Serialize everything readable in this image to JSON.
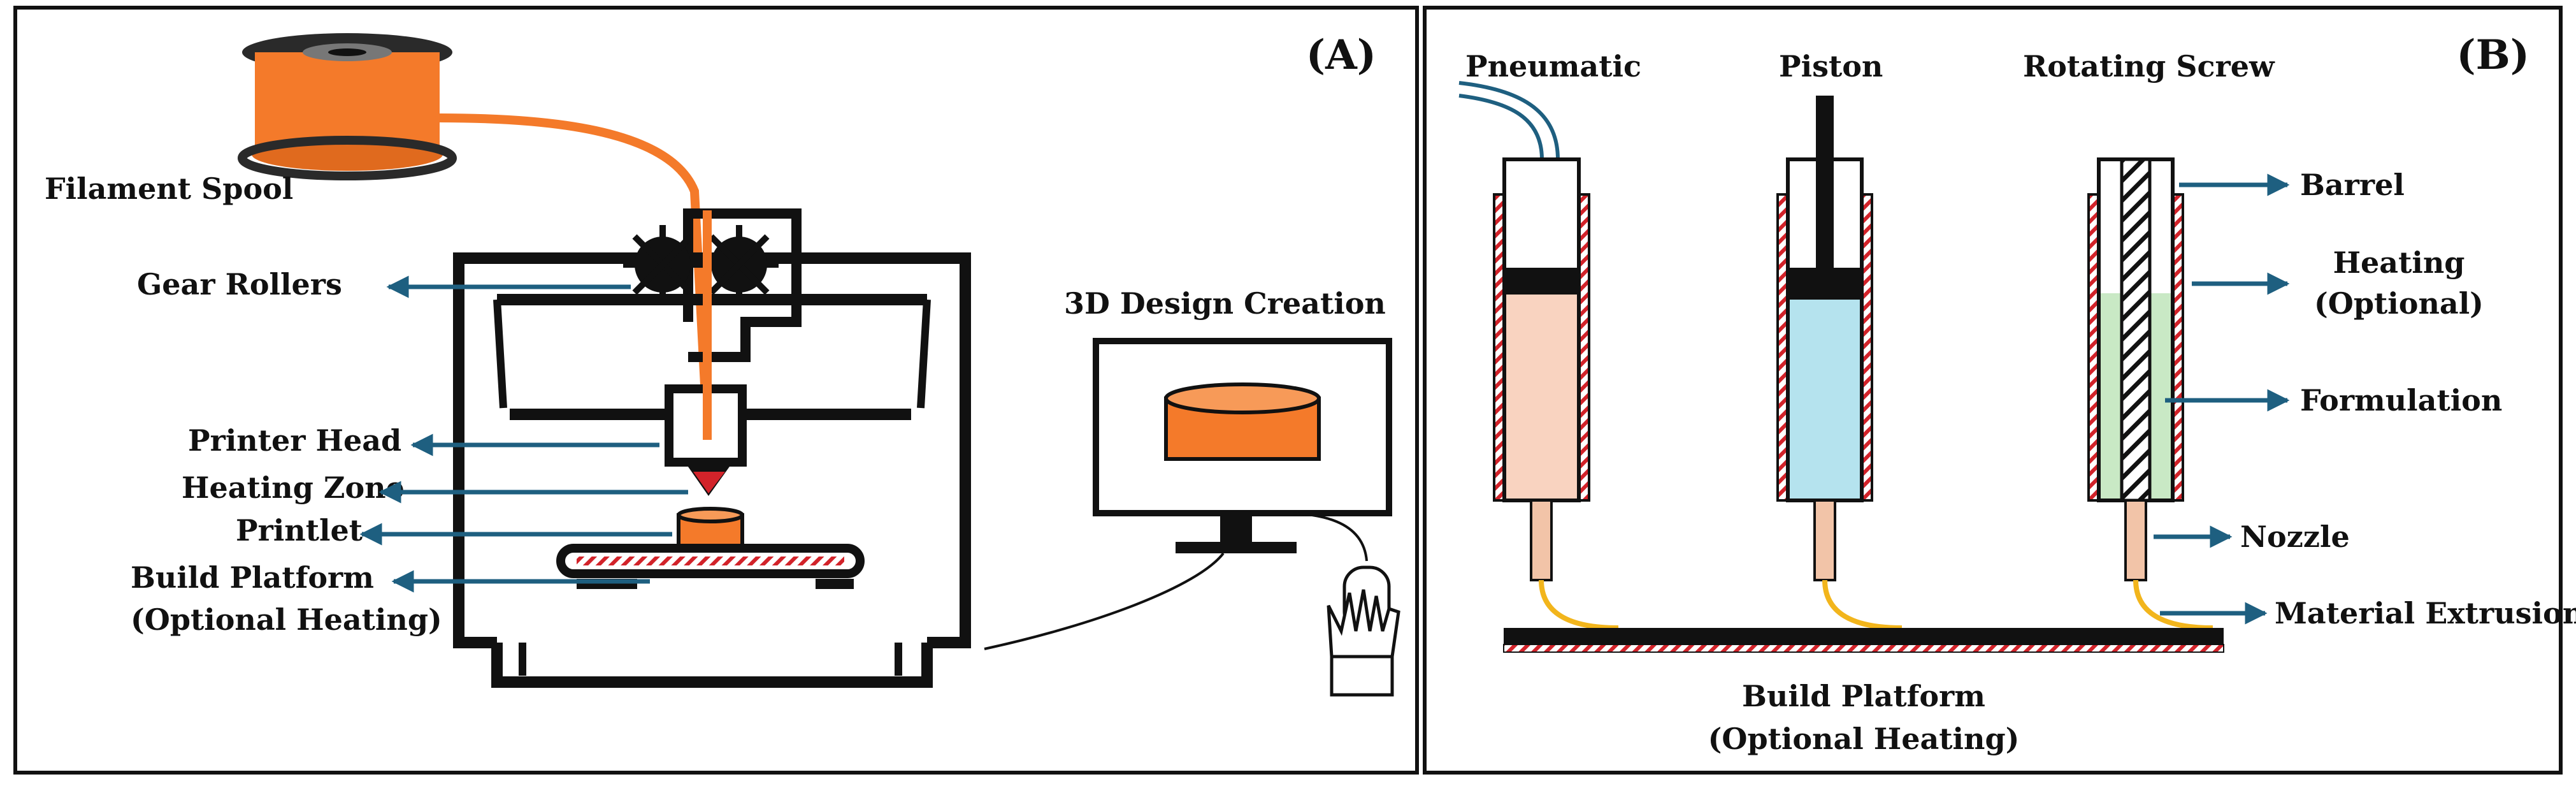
{
  "panel_a": {
    "letter": "(A)",
    "labels": {
      "filament_spool": "Filament Spool",
      "gear_rollers": "Gear Rollers",
      "printer_head": "Printer Head",
      "heating_zone": "Heating Zone",
      "printlet": "Printlet",
      "build_platform": "Build Platform",
      "build_platform_note": "(Optional Heating)",
      "design_creation": "3D Design Creation"
    }
  },
  "panel_b": {
    "letter": "(B)",
    "columns": {
      "pneumatic": "Pneumatic",
      "piston": "Piston",
      "rotating_screw": "Rotating Screw"
    },
    "labels": {
      "barrel": "Barrel",
      "heating": "Heating",
      "heating_note": "(Optional)",
      "formulation": "Formulation",
      "nozzle": "Nozzle",
      "material_extrusion": "Material Extrusion",
      "build_platform": "Build Platform",
      "build_platform_note": "(Optional Heating)"
    }
  },
  "colors": {
    "filament": "#F47A2A",
    "arrow": "#1E5F80",
    "heater_red": "#D2232A",
    "pneumatic_fill": "#F9D3C0",
    "piston_fill": "#B5E3EE",
    "screw_fill": "#C9E9C5",
    "nozzle_fill": "#F2C4A8",
    "extrusion": "#F2B51C"
  }
}
